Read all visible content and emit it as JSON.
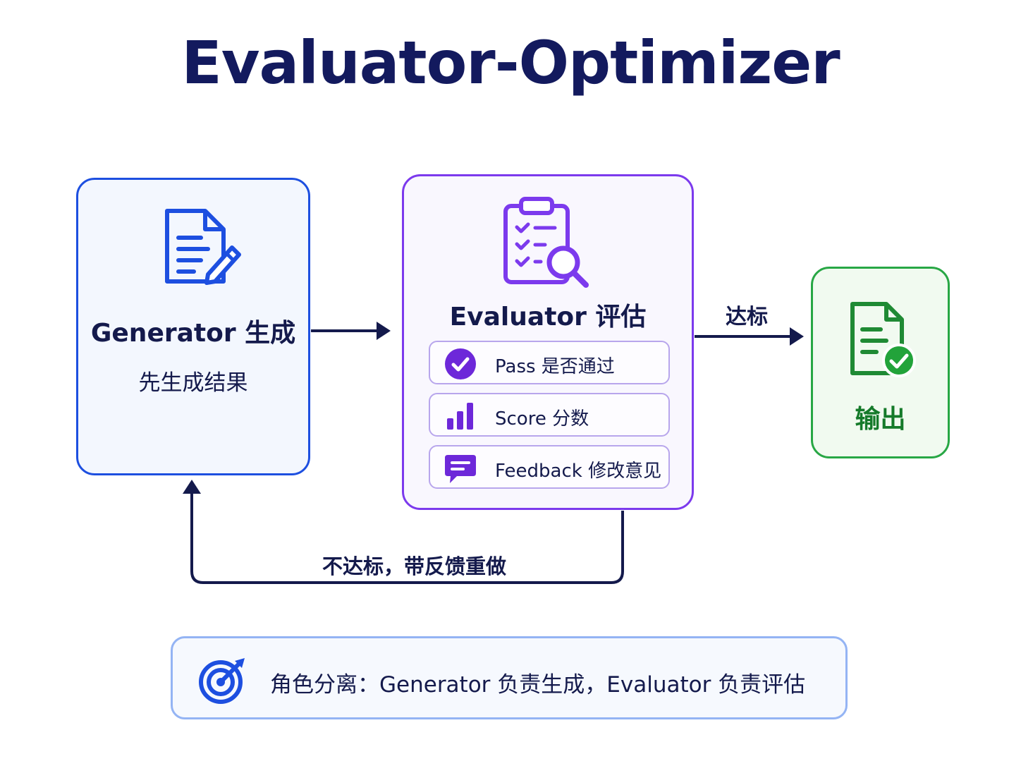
{
  "title": "Evaluator-Optimizer",
  "generator": {
    "title": "Generator 生成",
    "subtitle": "先生成结果",
    "icon": "document-edit-icon"
  },
  "evaluator": {
    "title": "Evaluator 评估",
    "icon": "clipboard-search-icon",
    "items": [
      {
        "label": "Pass 是否通过",
        "icon": "check-circle-icon"
      },
      {
        "label": "Score 分数",
        "icon": "bar-chart-icon"
      },
      {
        "label": "Feedback 修改意见",
        "icon": "chat-bubble-icon"
      }
    ]
  },
  "output": {
    "label": "输出",
    "icon": "document-check-icon"
  },
  "edges": {
    "pass_label": "达标",
    "retry_label": "不达标，带反馈重做"
  },
  "note": {
    "text": "角色分离：Generator 负责生成，Evaluator 负责评估",
    "icon": "target-icon"
  },
  "colors": {
    "title": "#131a5e",
    "generator": "#1d4fe0",
    "evaluator": "#7c3aed",
    "output": "#28a745",
    "arrow": "#141a4c"
  }
}
